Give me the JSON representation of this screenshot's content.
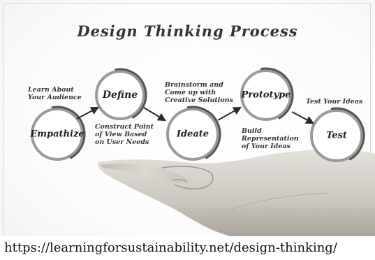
{
  "title": "Design Thinking Process",
  "stages": [
    {
      "key": "empathize",
      "label": "Empathize",
      "note": [
        "Learn About",
        "Your Audience"
      ]
    },
    {
      "key": "define",
      "label": "Define",
      "note": [
        "Construct Point",
        "of View  Based",
        "on User Needs"
      ]
    },
    {
      "key": "ideate",
      "label": "Ideate",
      "note": [
        "Brainstorm and",
        "Come up with",
        "Creative Solutions"
      ]
    },
    {
      "key": "prototype",
      "label": "Prototype",
      "note": [
        "Build",
        "Representation",
        "of Your Ideas"
      ]
    },
    {
      "key": "test",
      "label": "Test",
      "note": [
        "Test Your Ideas"
      ]
    }
  ],
  "source_url": "https://learningforsustainability.net/design-thinking/",
  "colors": {
    "ring": "#9a9a9a",
    "ring_dark": "#555555",
    "arrow": "#2a2a2a",
    "text": "#2b2b2b",
    "skin": "#d6d2cc"
  }
}
